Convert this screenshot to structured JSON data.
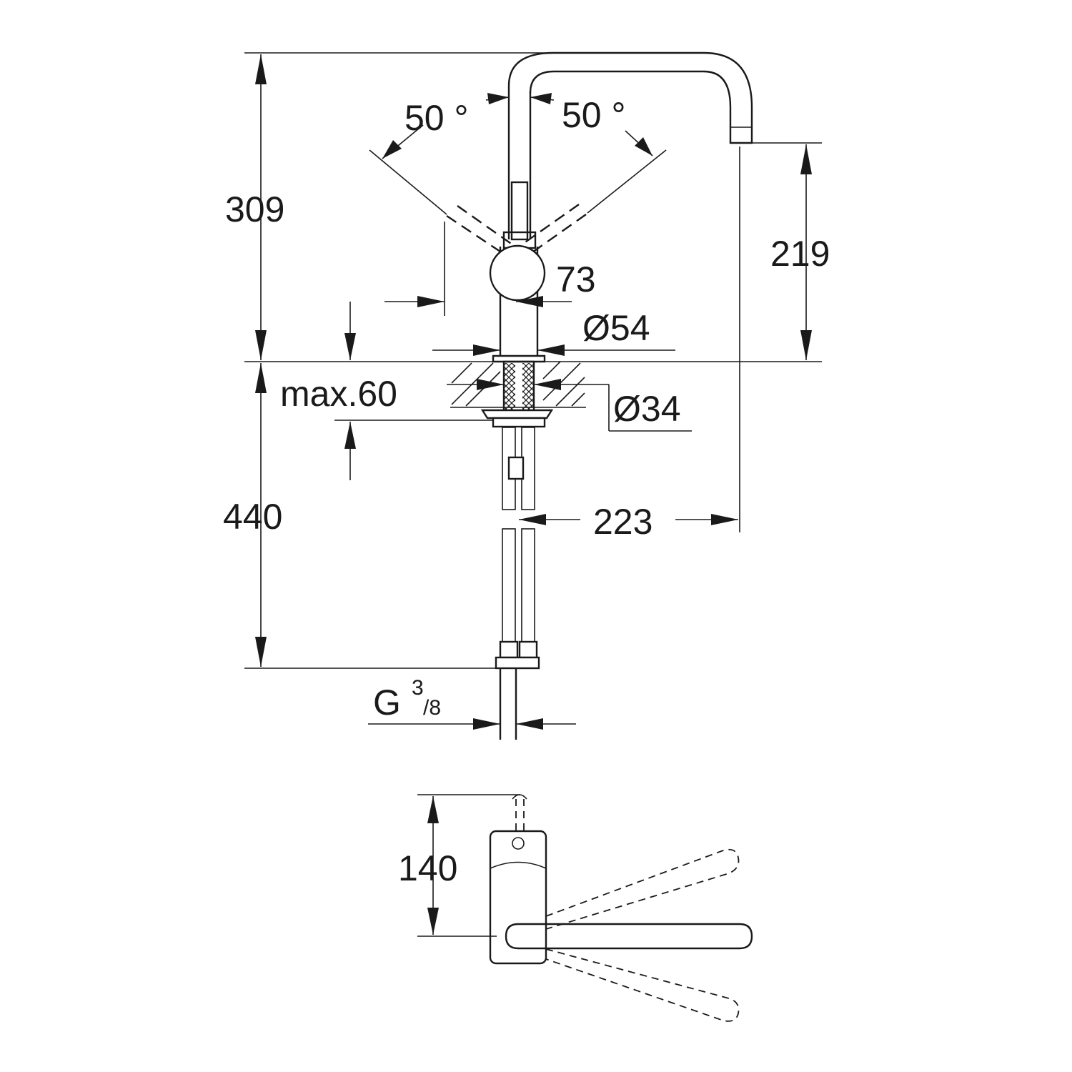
{
  "dimensions": {
    "total_height_above_deck": "309",
    "spout_outlet_height": "219",
    "lever_swing_left": "50 °",
    "lever_swing_right": "50 °",
    "body_offset": "73",
    "body_diameter": "Ø54",
    "max_deck_thickness": "max.60",
    "mounting_hole": "Ø34",
    "hose_length": "440",
    "spout_reach": "223",
    "connection_thread_g": "G",
    "connection_thread_num": "3",
    "connection_thread_den": "/8",
    "top_view_depth": "140"
  },
  "colors": {
    "line": "#1a1a1a",
    "background": "#ffffff"
  }
}
